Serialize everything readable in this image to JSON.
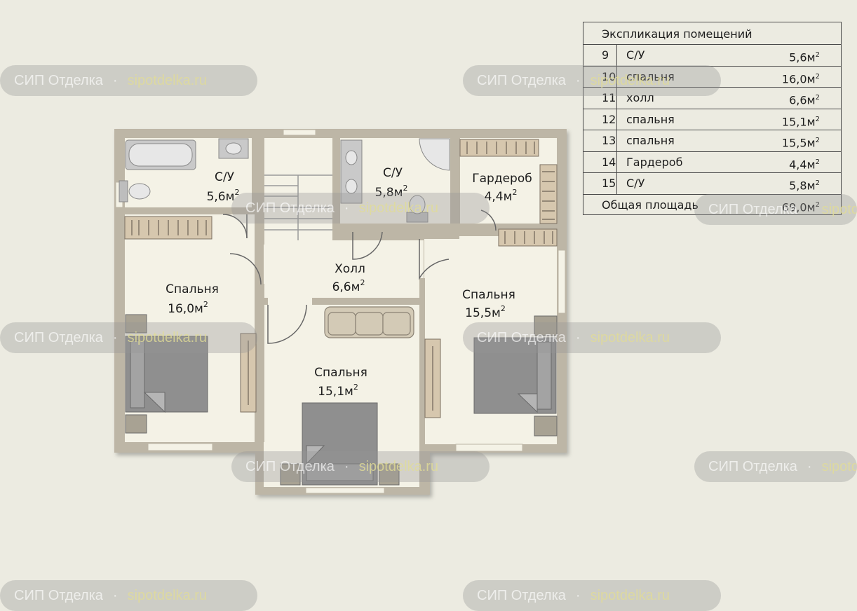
{
  "rooms": {
    "bath_left": {
      "label": "С/У",
      "area": "5,6м"
    },
    "bath_mid": {
      "label": "С/У",
      "area": "5,8м"
    },
    "wardrobe": {
      "label": "Гардероб",
      "area": "4,4м"
    },
    "hall": {
      "label": "Холл",
      "area": "6,6м"
    },
    "bed_left": {
      "label": "Спальня",
      "area": "16,0м"
    },
    "bed_center": {
      "label": "Спальня",
      "area": "15,1м"
    },
    "bed_right": {
      "label": "Спальня",
      "area": "15,5м"
    },
    "area_sup": "2"
  },
  "explication": {
    "title": "Экспликация помещений",
    "rows": [
      {
        "num": "9",
        "name": "С/У",
        "area": "5,6м"
      },
      {
        "num": "10",
        "name": "спальня",
        "area": "16,0м"
      },
      {
        "num": "11",
        "name": "холл",
        "area": "6,6м"
      },
      {
        "num": "12",
        "name": "спальня",
        "area": "15,1м"
      },
      {
        "num": "13",
        "name": "спальня",
        "area": "15,5м"
      },
      {
        "num": "14",
        "name": "Гардероб",
        "area": "4,4м"
      },
      {
        "num": "15",
        "name": "С/У",
        "area": "5,8м"
      }
    ],
    "total_label": "Общая площадь",
    "total_area": "69,0м",
    "sup": "2"
  },
  "watermark": {
    "brand": "СИП Отделка",
    "separator": "·",
    "site": "sipotdelka.ru"
  },
  "colors": {
    "wall": "#bdb6a6",
    "floor": "#f4f2e6",
    "furniture": "#9a9a9a",
    "background": "#ecebe1"
  }
}
